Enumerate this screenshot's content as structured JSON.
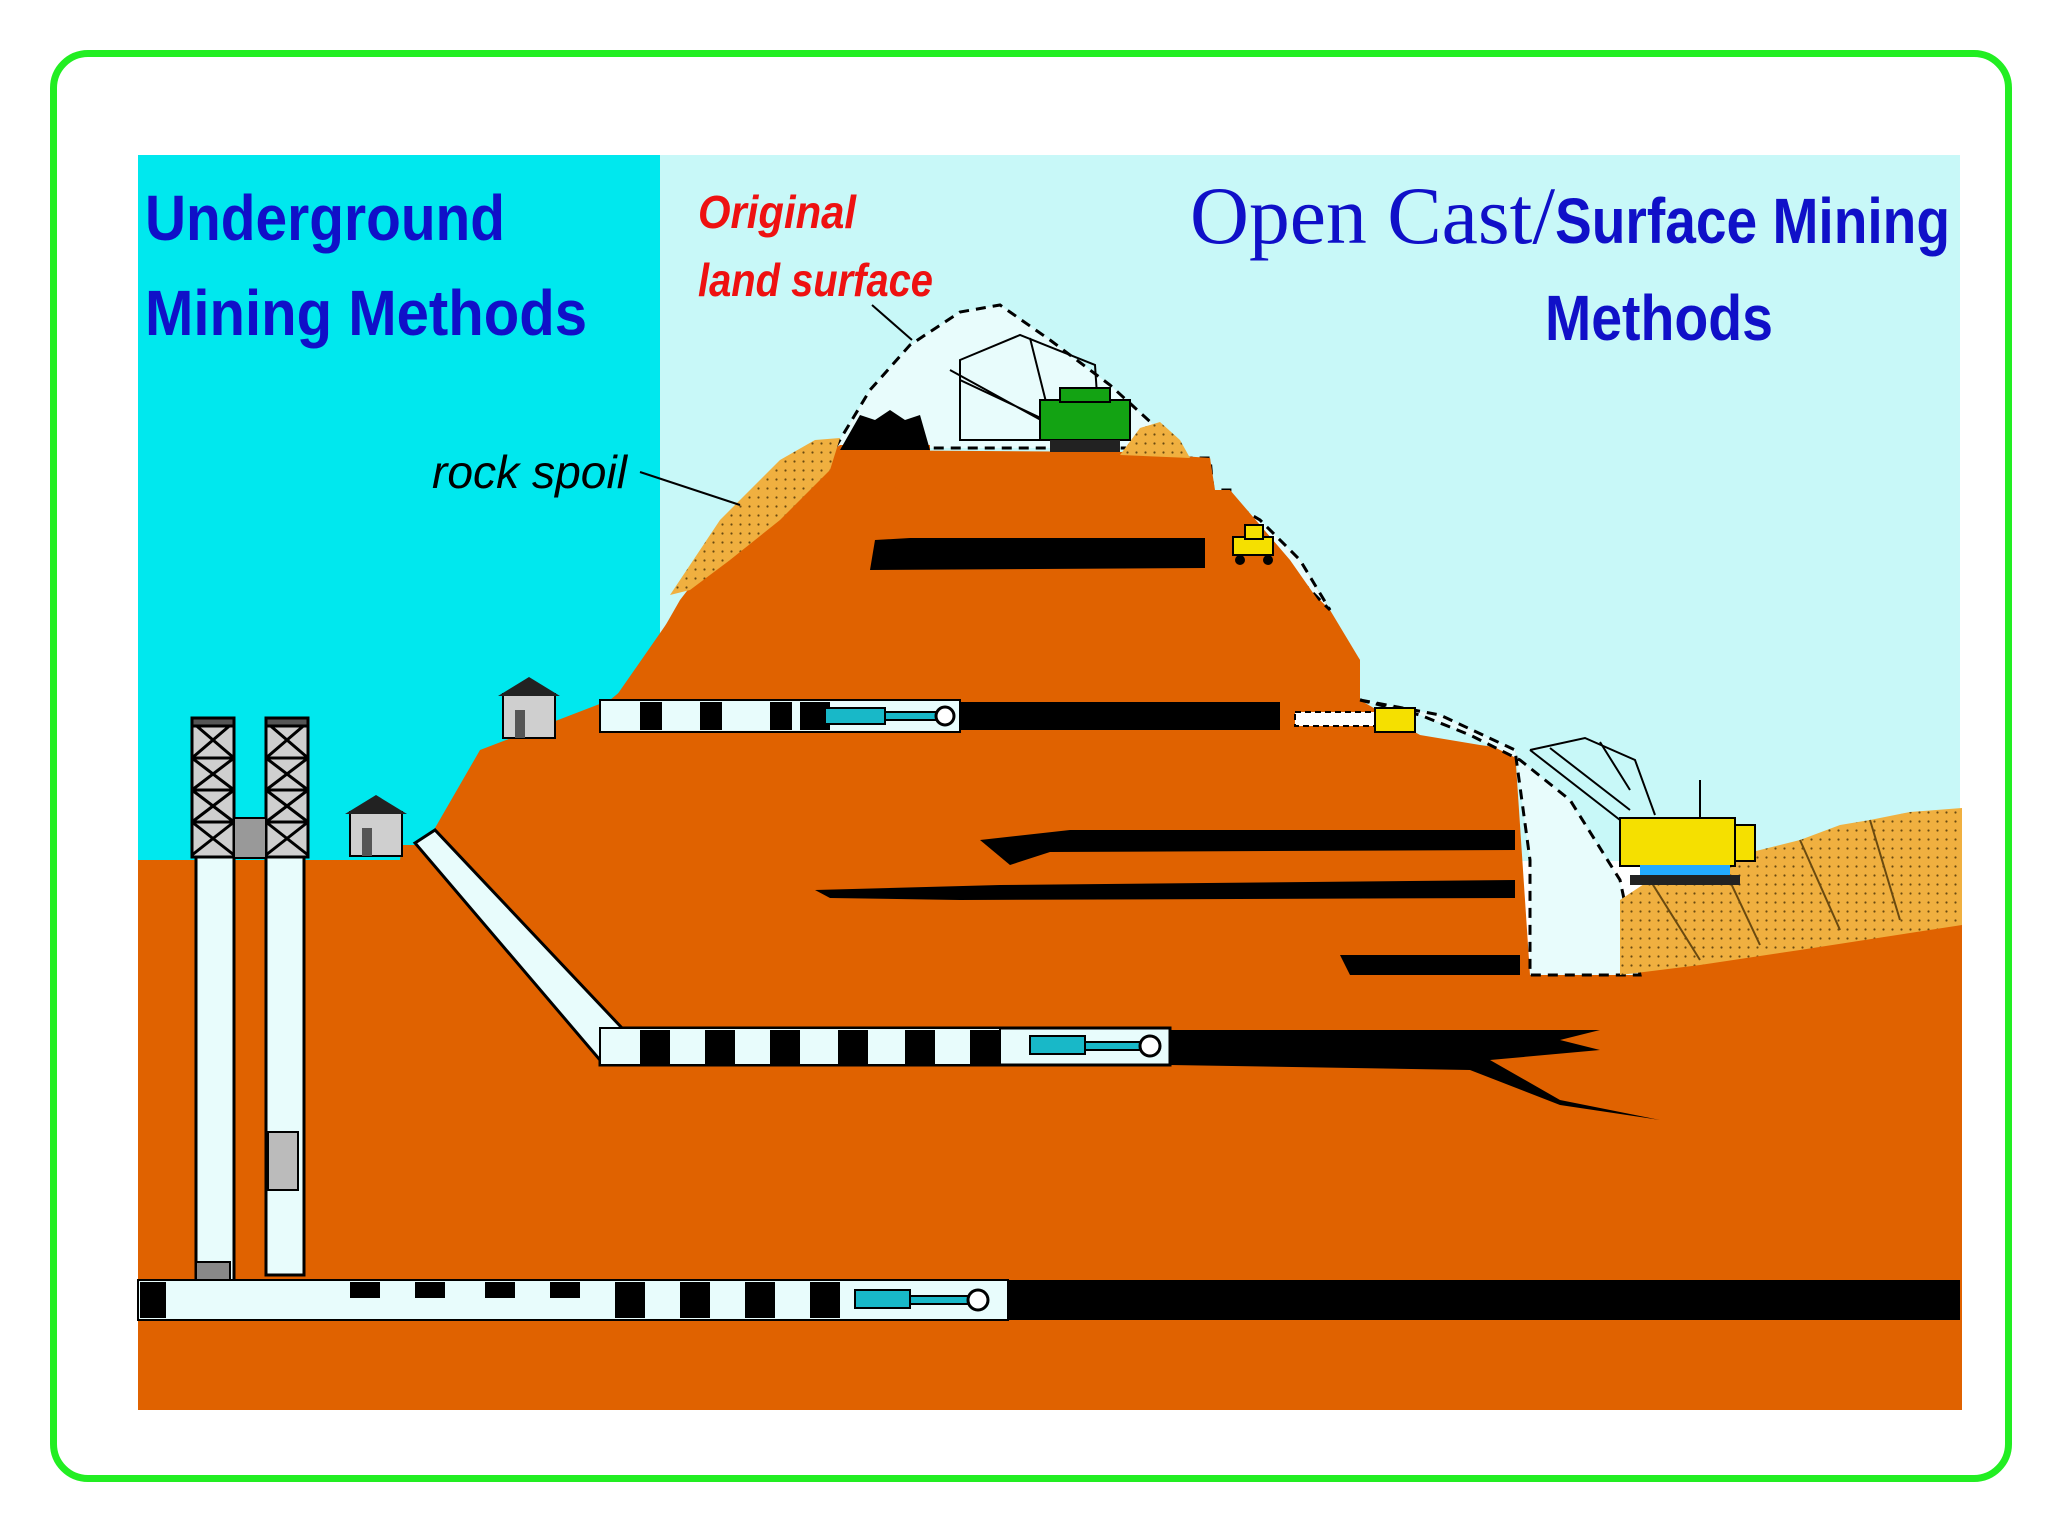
{
  "labels": {
    "underground_line1": "Underground",
    "underground_line2": "Mining  Methods",
    "opencast_part1": "Open Cast/",
    "opencast_part2": "Surface Mining",
    "opencast_line2": "Methods",
    "original_line1": "Original",
    "original_line2": "land surface",
    "rock_spoil": "rock spoil"
  },
  "colors": {
    "frame": "#22ee22",
    "underground_sky": "#00e8ee",
    "opencast_sky": "#c8f8f8",
    "earth": "#e06200",
    "seam": "#000000",
    "spoil": "#f0b040",
    "title_blue": "#1010c8",
    "label_red": "#ee1111",
    "excavator_green": "#13a313",
    "dragline_yellow": "#f5e000",
    "vehicle_cyan": "#18b8c8"
  }
}
